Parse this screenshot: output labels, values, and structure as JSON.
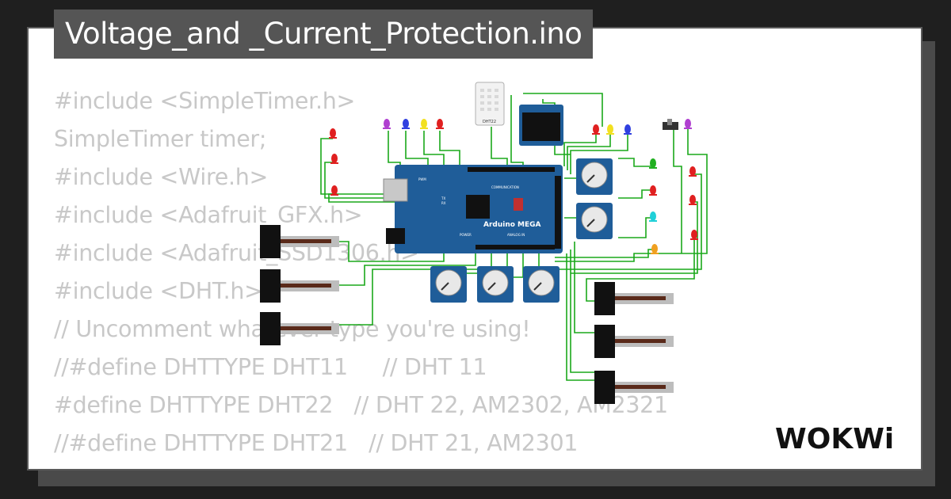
{
  "project": {
    "title": "Voltage_and _Current_Protection.ino"
  },
  "code_lines": [
    "#include <SimpleTimer.h>",
    "SimpleTimer timer;",
    "#include <Wire.h>",
    "#include <Adafruit_GFX.h>",
    "#include <Adafruit_SSD1306.h>",
    "#include <DHT.h>",
    "// Uncomment whatever type you're using!",
    "//#define DHTTYPE DHT11     // DHT 11",
    "#define DHTTYPE DHT22   // DHT 22, AM2302, AM2321",
    "//#define DHTTYPE DHT21   // DHT 21, AM2301"
  ],
  "diagram": {
    "board_label": "Arduino MEGA",
    "board_sublabels": {
      "pwm": "PWM",
      "communication": "COMMUNICATION",
      "power": "POWER",
      "analog_in": "ANALOG IN",
      "tx": "TX",
      "rx": "RX"
    },
    "sensor_label": "DHT22",
    "colors": {
      "board": "#1f5d99",
      "wire": "#1aa81a",
      "potentiometer": "#1f5d99",
      "led_red": "#e02020",
      "led_yellow": "#f2e020",
      "led_blue": "#3040e0",
      "led_purple": "#b040d0",
      "led_green": "#20b020",
      "led_cyan": "#20d0d8",
      "led_orange": "#f0a020"
    }
  },
  "brand": {
    "logo_text": "WOKWi"
  }
}
